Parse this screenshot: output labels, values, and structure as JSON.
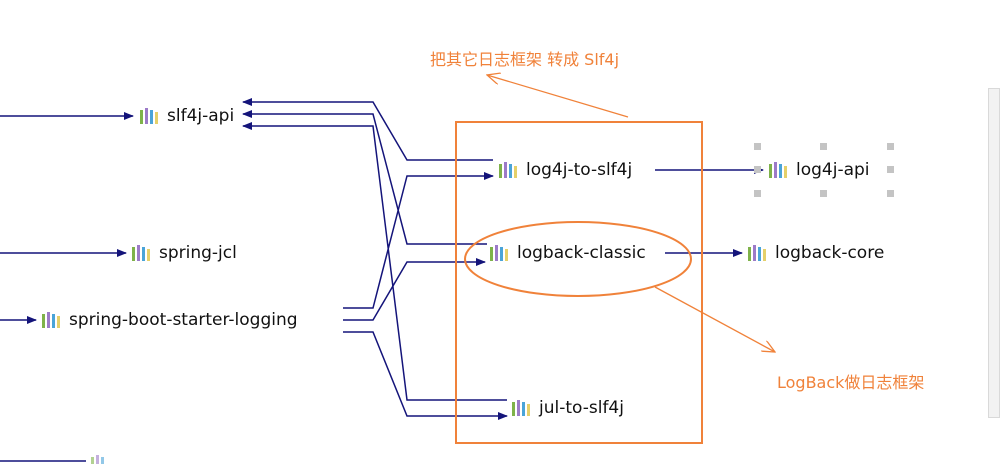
{
  "colors": {
    "edge": "#14147a",
    "annotation": "#f0823a",
    "icon_bars": [
      "#7fb24a",
      "#9c7ac8",
      "#4aa4d8",
      "#e5d06a"
    ]
  },
  "icon_name": "maven-library-icon",
  "nodes": {
    "slf4j_api": "slf4j-api",
    "spring_jcl": "spring-jcl",
    "spring_boot_starter_logging": "spring-boot-starter-logging",
    "log4j_to_slf4j": "log4j-to-slf4j",
    "logback_classic": "logback-classic",
    "jul_to_slf4j": "jul-to-slf4j",
    "log4j_api": "log4j-api",
    "logback_core": "logback-core"
  },
  "annotations": {
    "convert_note": "把其它日志框架 转成 Slf4j",
    "logback_note": "LogBack做日志框架"
  }
}
